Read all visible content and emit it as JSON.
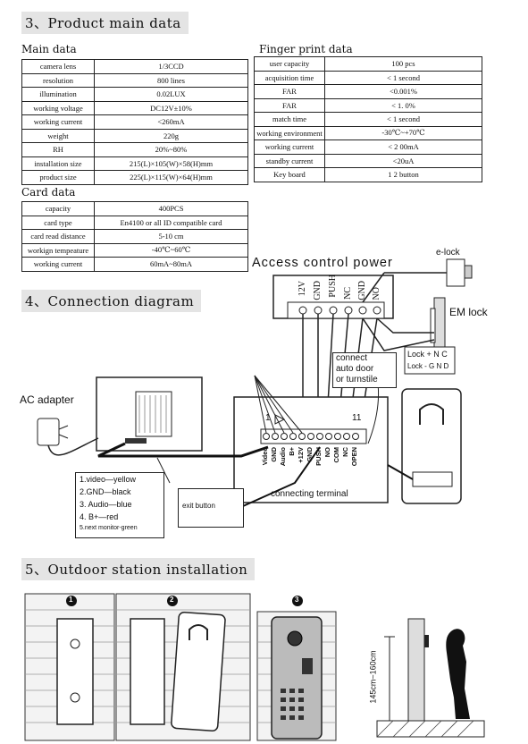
{
  "sections": {
    "product_data": "3、Product main data",
    "connection": "4、Connection diagram",
    "installation": "5、Outdoor station installation"
  },
  "main_data": {
    "title": "Main data",
    "rows": [
      [
        "camera lens",
        "1/3CCD"
      ],
      [
        "resolution",
        "800 lines"
      ],
      [
        "illumination",
        "0.02LUX"
      ],
      [
        "working voltage",
        "DC12V±10%"
      ],
      [
        "working current",
        "<260mA"
      ],
      [
        "weight",
        "220g"
      ],
      [
        "RH",
        "20%~80%"
      ],
      [
        "installation size",
        "215(L)×105(W)×58(H)mm"
      ],
      [
        "product size",
        "225(L)×115(W)×64(H)mm"
      ]
    ]
  },
  "card_data": {
    "title": "Card data",
    "rows": [
      [
        "capacity",
        "400PCS"
      ],
      [
        "card type",
        "En4100 or all ID compatible card"
      ],
      [
        "card read distance",
        "5-10 cm"
      ],
      [
        "workign tempeature",
        "-40℃~60℃"
      ],
      [
        "working current",
        "60mA~80mA"
      ]
    ]
  },
  "finger_data": {
    "title": "Finger print data",
    "rows": [
      [
        "user capacity",
        "100 pcs"
      ],
      [
        "acquisition time",
        "< 1 second"
      ],
      [
        "FAR",
        "<0.001%"
      ],
      [
        "FAR",
        "< 1. 0%"
      ],
      [
        "match time",
        "< 1 second"
      ],
      [
        "working environment",
        "-30℃~+70℃"
      ],
      [
        "working current",
        "< 2 00mA"
      ],
      [
        "standby current",
        "<20uA"
      ],
      [
        "Key board",
        "1 2 button"
      ]
    ]
  },
  "diagram": {
    "access_power": "Access control power",
    "power_terminals": [
      "12V",
      "GND",
      "PUSH",
      "NC",
      "GND",
      "NO"
    ],
    "elock": "e-lock",
    "emlock": "EM lock",
    "lock_nc": "Lock + N C",
    "lock_gnd": "Lock - G N D",
    "ac_adapter": "AC adapter",
    "connect_note": [
      "connect",
      "auto door",
      "or turnstile"
    ],
    "wire_legend": [
      "1.video—yellow",
      "2.GND—black",
      "3. Audio—blue",
      "4. B+—red",
      "5.next monitor-green"
    ],
    "exit_button": "exit button",
    "terminal_start": "1",
    "terminal_end": "11",
    "terminal_labels": [
      "Video",
      "GND",
      "Audio",
      "B+",
      "+12V",
      "GND",
      "PUSH",
      "NO",
      "COM",
      "NC",
      "OPEN"
    ],
    "connecting_terminal": "connecting terminal"
  },
  "installation": {
    "steps": [
      "1",
      "2",
      "3"
    ],
    "height": "145cm~160cm"
  }
}
